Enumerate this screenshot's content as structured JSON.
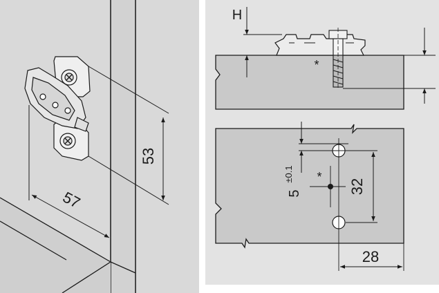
{
  "left_figure": {
    "dim_height": "53",
    "dim_width": "57"
  },
  "right_top_figure": {
    "label_h": "H",
    "asterisk": "*"
  },
  "right_bottom_figure": {
    "dim_offset": "5",
    "dim_offset_tol": "±0.1",
    "dim_hole_spacing": "32",
    "dim_edge_distance": "28",
    "asterisk": "*"
  },
  "colors": {
    "panel_gray": "#d9d9d9",
    "board_gray": "#c9c9c9",
    "line": "#1a1a1a"
  }
}
